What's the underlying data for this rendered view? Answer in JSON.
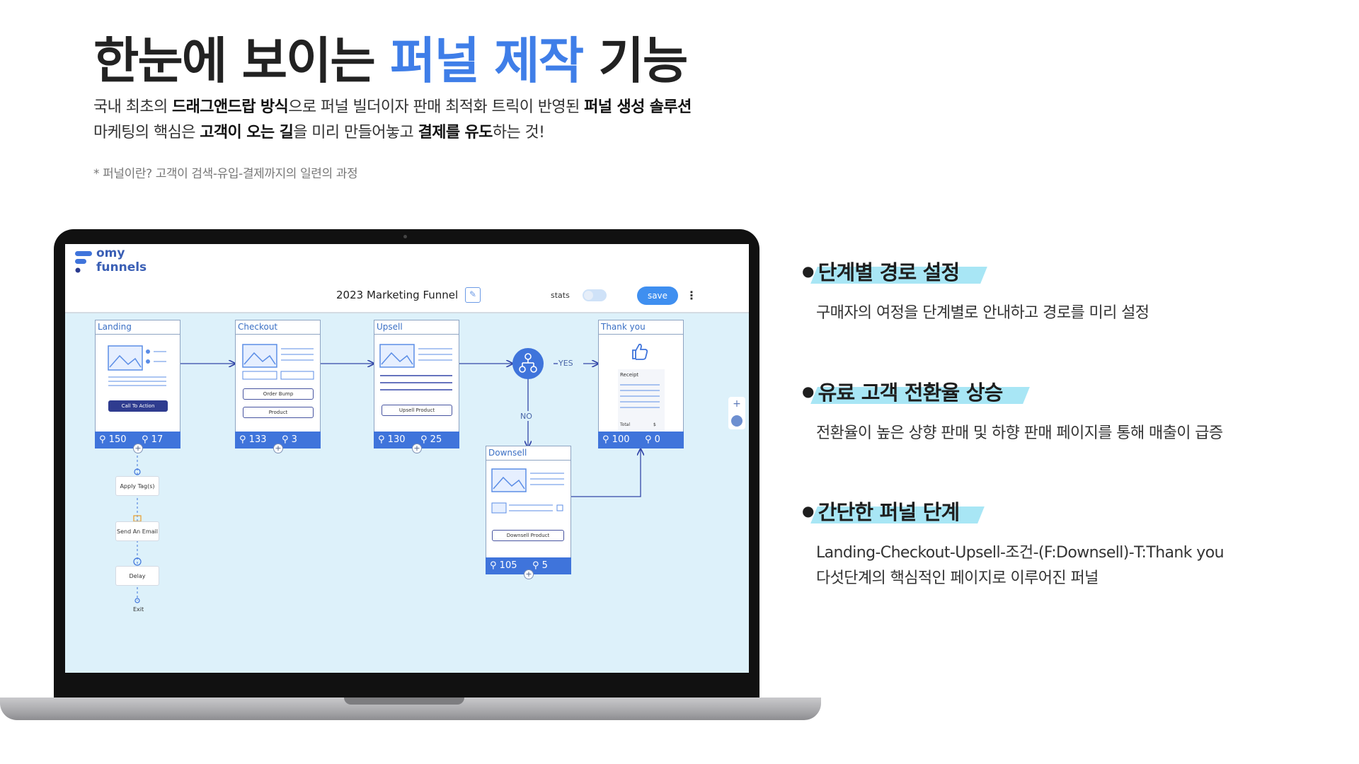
{
  "header": {
    "title_pre": "한눈에 보이는 ",
    "title_highlight": "퍼널 제작",
    "title_post": " 기능",
    "intro_line1_a": "국내 최초의 ",
    "intro_line1_b": "드래그앤드랍 방식",
    "intro_line1_c": "으로 퍼널 빌더이자 판매 최적화 트릭이 반영된 ",
    "intro_line1_d": "퍼널 생성 솔루션",
    "intro_line2_a": "마케팅의 핵심은 ",
    "intro_line2_b": "고객이 오는 길",
    "intro_line2_c": "을 미리 만들어놓고 ",
    "intro_line2_d": "결제를 유도",
    "intro_line2_e": "하는 것!",
    "footnote": "* 퍼널이란? 고객이 검색-유입-결제까지의 일련의 과정"
  },
  "app": {
    "logo_line1": "omy",
    "logo_line2": "funnels",
    "funnel_title": "2023 Marketing Funnel",
    "edit_icon": "pencil-icon",
    "stats_label": "stats",
    "save_label": "save",
    "more_icon": "⋮",
    "colors": {
      "canvas": "#ddf1fa",
      "accent": "#3f74db",
      "save": "#3f8ff0"
    }
  },
  "funnel": {
    "landing": {
      "title": "Landing",
      "button": "Call To Action",
      "visitors": "150",
      "conversions": "17"
    },
    "checkout": {
      "title": "Checkout",
      "button1": "Order Bump",
      "button2": "Product",
      "visitors": "133",
      "conversions": "3"
    },
    "upsell": {
      "title": "Upsell",
      "button": "Upsell Product",
      "visitors": "130",
      "conversions": "25"
    },
    "thankyou": {
      "title": "Thank you",
      "receipt": "Receipt",
      "total": "Total",
      "total_value": "$",
      "visitors": "100",
      "conversions": "0"
    },
    "downsell": {
      "title": "Downsell",
      "button": "Downsell Product",
      "visitors": "105",
      "conversions": "5"
    },
    "yes_label": "YES",
    "no_label": "NO",
    "automation": {
      "step1": "Apply Tag(s)",
      "step2": "Send An Email",
      "step3": "Delay",
      "exit": "Exit"
    }
  },
  "features": [
    {
      "title": "단계별 경로 설정",
      "desc": [
        "구매자의 여정을 단계별로 안내하고 경로를 미리 설정"
      ]
    },
    {
      "title": "유료 고객 전환율 상승",
      "desc": [
        "전환율이 높은 상향 판매 및 하향 판매 페이지를 통해 매출이 급증"
      ]
    },
    {
      "title": "간단한 퍼널 단계",
      "desc": [
        "Landing-Checkout-Upsell-조건-(F:Downsell)-T:Thank you",
        "다섯단계의 핵심적인 페이지로 이루어진 퍼널"
      ]
    }
  ]
}
